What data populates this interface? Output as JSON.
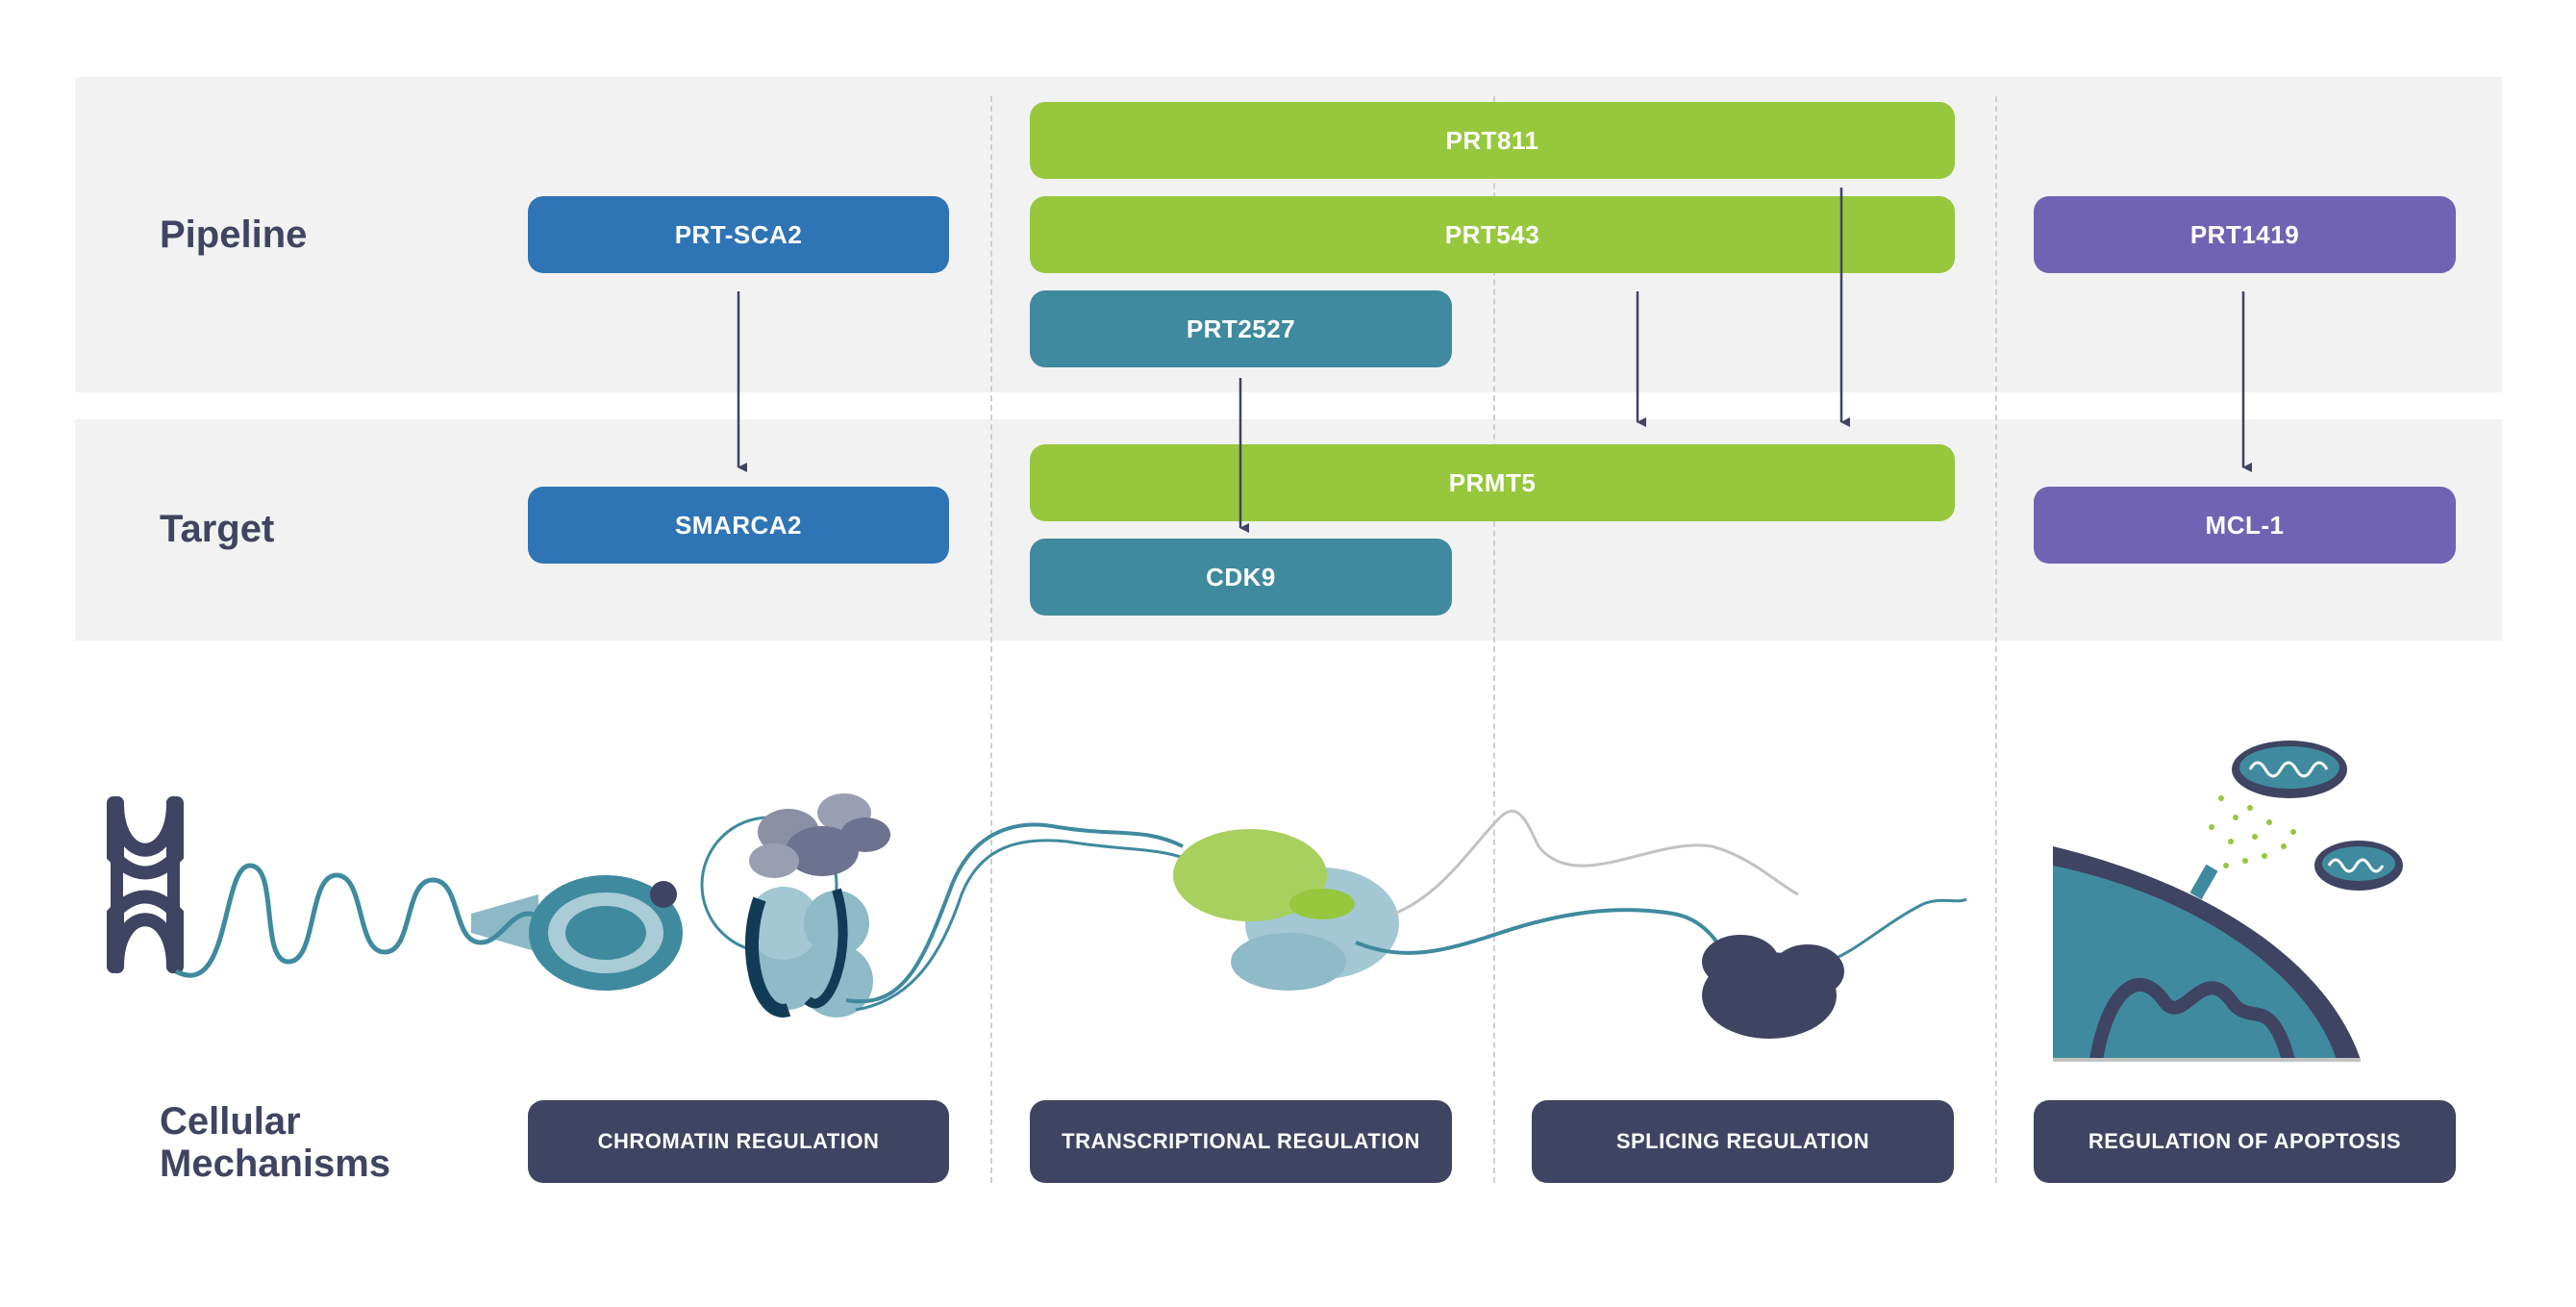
{
  "rows": {
    "pipeline": "Pipeline",
    "target": "Target",
    "cellular_line1": "Cellular",
    "cellular_line2": "Mechanisms"
  },
  "pipeline": {
    "prt_sca2": "PRT-SCA2",
    "prt811": "PRT811",
    "prt543": "PRT543",
    "prt2527": "PRT2527",
    "prt1419": "PRT1419"
  },
  "targets": {
    "smarca2": "SMARCA2",
    "prmt5": "PRMT5",
    "cdk9": "CDK9",
    "mcl1": "MCL-1"
  },
  "mechanisms": {
    "chromatin": "CHROMATIN REGULATION",
    "transcriptional": "TRANSCRIPTIONAL REGULATION",
    "splicing": "SPLICING REGULATION",
    "apoptosis": "REGULATION OF APOPTOSIS"
  },
  "colors": {
    "blue": "#2f74b5",
    "green": "#97c73d",
    "teal": "#3f8a9e",
    "purple": "#7163b3",
    "navy": "#3e4461",
    "band": "#f2f2f2"
  }
}
